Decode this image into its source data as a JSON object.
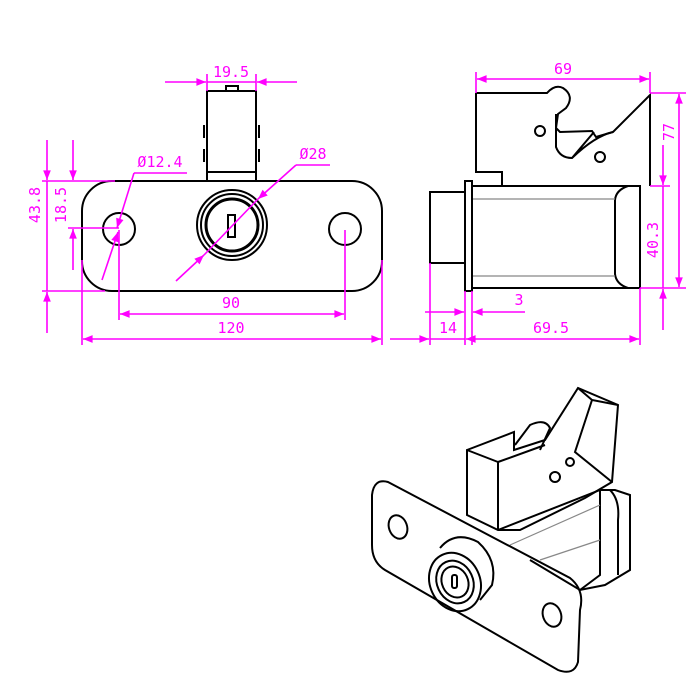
{
  "colors": {
    "dimension": "#ff00ff",
    "outline": "#000000"
  },
  "front_view": {
    "width_top": "19.5",
    "hole_diameter": "Ø12.4",
    "cylinder_diameter": "Ø28",
    "height_total": "43.8",
    "hole_offset": "18.5",
    "hole_spacing": "90",
    "plate_length": "120"
  },
  "side_view": {
    "bracket_width": "69",
    "total_height": "77",
    "body_height": "40.3",
    "flange": "3",
    "cylinder_length": "14",
    "body_length": "69.5"
  }
}
